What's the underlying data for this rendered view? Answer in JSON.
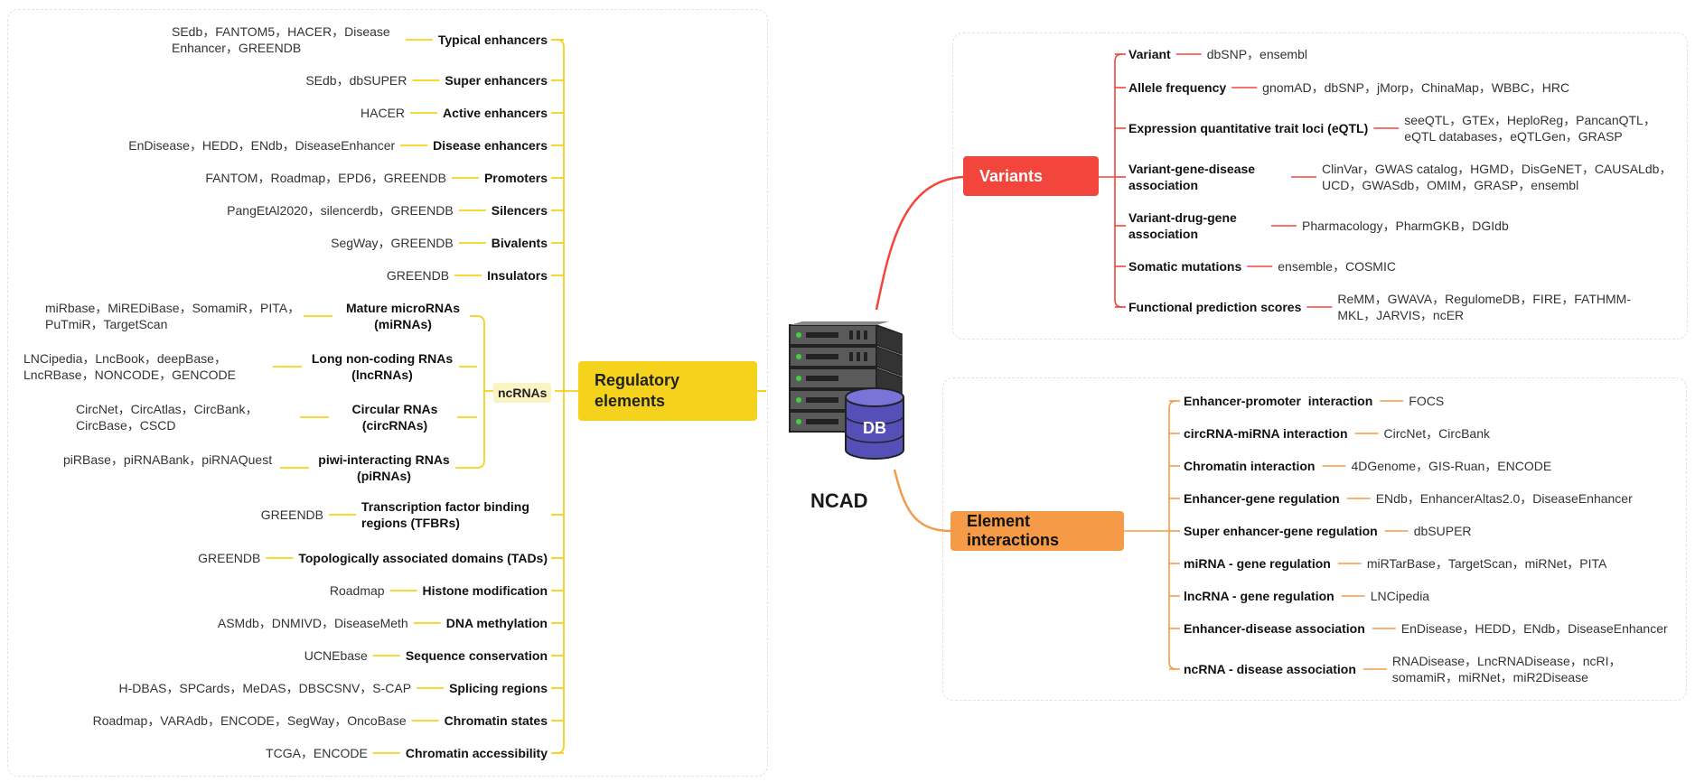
{
  "center": {
    "title": "NCAD",
    "db_label": "DB"
  },
  "colors": {
    "regulatory": "#f5d21c",
    "variants": "#f2453b",
    "interactions": "#f59b47"
  },
  "regulatory": {
    "title": "Regulatory elements",
    "items": [
      {
        "label": "Typical enhancers",
        "sources": "SEdb，FANTOM5，HACER，Disease Enhancer，GREENDB"
      },
      {
        "label": "Super enhancers",
        "sources": "SEdb，dbSUPER"
      },
      {
        "label": "Active enhancers",
        "sources": "HACER"
      },
      {
        "label": "Disease enhancers",
        "sources": "EnDisease，HEDD，ENdb，DiseaseEnhancer"
      },
      {
        "label": "Promoters",
        "sources": "FANTOM，Roadmap，EPD6，GREENDB"
      },
      {
        "label": "Silencers",
        "sources": "PangEtAl2020，silencerdb，GREENDB"
      },
      {
        "label": "Bivalents",
        "sources": "SegWay，GREENDB"
      },
      {
        "label": "Insulators",
        "sources": "GREENDB"
      },
      {
        "label": "Transcription factor binding regions (TFBRs)",
        "sources": "GREENDB"
      },
      {
        "label": "Topologically associated domains (TADs)",
        "sources": "GREENDB"
      },
      {
        "label": "Histone modification",
        "sources": "Roadmap"
      },
      {
        "label": "DNA methylation",
        "sources": "ASMdb，DNMIVD，DiseaseMeth"
      },
      {
        "label": "Sequence conservation",
        "sources": "UCNEbase"
      },
      {
        "label": "Splicing regions",
        "sources": "H-DBAS，SPCards，MeDAS，DBSCSNV，S-CAP"
      },
      {
        "label": "Chromatin states",
        "sources": "Roadmap，VARAdb，ENCODE，SegWay，OncoBase"
      },
      {
        "label": "Chromatin accessibility",
        "sources": "TCGA，ENCODE"
      }
    ],
    "ncrna": {
      "label": "ncRNAs",
      "items": [
        {
          "label": "Mature microRNAs (miRNAs)",
          "sources": "miRbase，MiREDiBase，SomamiR，PITA，PuTmiR，TargetScan"
        },
        {
          "label": "Long non-coding RNAs (lncRNAs)",
          "sources": "LNCipedia，LncBook，deepBase，LncRBase，NONCODE，GENCODE"
        },
        {
          "label": "Circular RNAs (circRNAs)",
          "sources": "CircNet，CircAtlas，CircBank，CircBase，CSCD"
        },
        {
          "label": "piwi-interacting RNAs (piRNAs)",
          "sources": "piRBase，piRNABank，piRNAQuest"
        }
      ]
    }
  },
  "variants": {
    "title": "Variants",
    "items": [
      {
        "label": "Variant",
        "sources": "dbSNP，ensembl"
      },
      {
        "label": "Allele frequency",
        "sources": "gnomAD，dbSNP，jMorp，ChinaMap，WBBC，HRC"
      },
      {
        "label": "Expression quantitative trait loci (eQTL)",
        "sources": "seeQTL，GTEx，HeploReg，PancanQTL，eQTL databases，eQTLGen，GRASP"
      },
      {
        "label": "Variant-gene-disease association",
        "sources": "ClinVar，GWAS catalog，HGMD，DisGeNET，CAUSALdb，UCD，GWASdb，OMIM，GRASP，ensembl"
      },
      {
        "label": "Variant-drug-gene association",
        "sources": "Pharmacology，PharmGKB，DGIdb"
      },
      {
        "label": "Somatic mutations",
        "sources": "ensemble，COSMIC"
      },
      {
        "label": "Functional prediction scores",
        "sources": "ReMM，GWAVA，RegulomeDB，FIRE，FATHMM-MKL，JARVIS，ncER"
      }
    ]
  },
  "interactions": {
    "title": "Element interactions",
    "items": [
      {
        "label": "Enhancer-promoter  interaction",
        "sources": "FOCS"
      },
      {
        "label": "circRNA-miRNA interaction",
        "sources": "CircNet，CircBank"
      },
      {
        "label": "Chromatin interaction",
        "sources": "4DGenome，GIS-Ruan，ENCODE"
      },
      {
        "label": "Enhancer-gene regulation",
        "sources": "ENdb，EnhancerAltas2.0，DiseaseEnhancer"
      },
      {
        "label": "Super enhancer-gene regulation",
        "sources": "dbSUPER"
      },
      {
        "label": "miRNA - gene regulation",
        "sources": "miRTarBase，TargetScan，miRNet，PITA"
      },
      {
        "label": "lncRNA - gene regulation",
        "sources": "LNCipedia"
      },
      {
        "label": "Enhancer-disease association",
        "sources": "EnDisease，HEDD，ENdb，DiseaseEnhancer"
      },
      {
        "label": "ncRNA - disease association",
        "sources": "RNADisease，LncRNADisease，ncRI，somamiR，miRNet，miR2Disease"
      }
    ]
  }
}
